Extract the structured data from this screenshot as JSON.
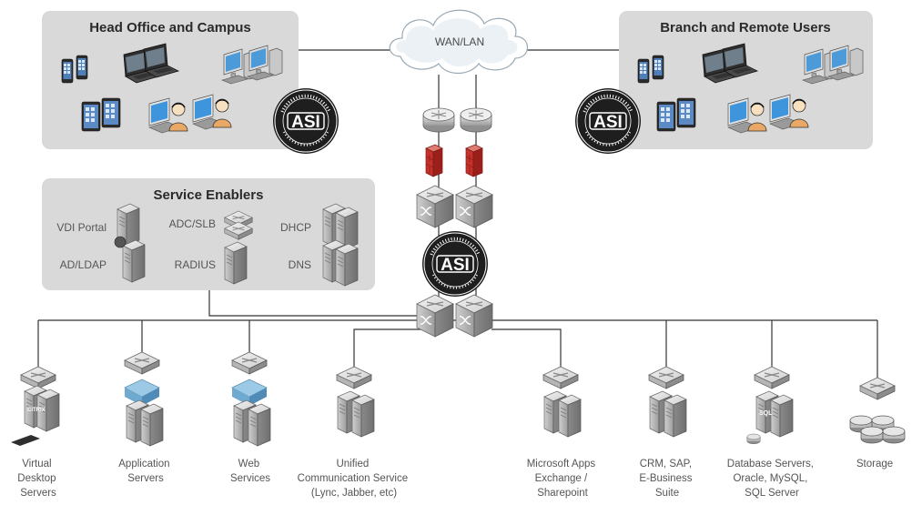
{
  "panels": {
    "head_office": "Head Office and Campus",
    "branch": "Branch and Remote Users",
    "service_enablers": "Service Enablers"
  },
  "cloud_label": "WAN/LAN",
  "logo": {
    "text": "ASI",
    "ring_text": "IP INTELLIGENCE",
    "ring_bottom": "POWERED BY NETSCOUT"
  },
  "service_items": {
    "vdi_portal": "VDI Portal",
    "ad_ldap": "AD/LDAP",
    "adc_slb": "ADC/SLB",
    "radius": "RADIUS",
    "dhcp": "DHCP",
    "dns": "DNS"
  },
  "bottom": [
    {
      "key": "vds",
      "lines": [
        "Virtual",
        "Desktop",
        "Servers"
      ]
    },
    {
      "key": "app",
      "lines": [
        "Application",
        "Servers"
      ]
    },
    {
      "key": "web",
      "lines": [
        "Web",
        "Services"
      ]
    },
    {
      "key": "ucs",
      "lines": [
        "Unified",
        "Communication Service",
        "(Lync, Jabber, etc)"
      ]
    },
    {
      "key": "msapps",
      "lines": [
        "Microsoft Apps",
        "Exchange /",
        "Sharepoint"
      ]
    },
    {
      "key": "crm",
      "lines": [
        "CRM, SAP,",
        "E-Business",
        "Suite"
      ]
    },
    {
      "key": "db",
      "lines": [
        "Database Servers,",
        "Oracle, MySQL,",
        "SQL Server"
      ]
    },
    {
      "key": "storage",
      "lines": [
        "Storage"
      ]
    }
  ],
  "badges": {
    "citrix": "CITRIX",
    "sql": "SQL"
  },
  "colors": {
    "panel": "#d9d9d9",
    "firewall": "#c8312b",
    "app_tier": "#8fc3e0",
    "monitor": "#5aa9e6",
    "user_skin": "#e9a865"
  }
}
